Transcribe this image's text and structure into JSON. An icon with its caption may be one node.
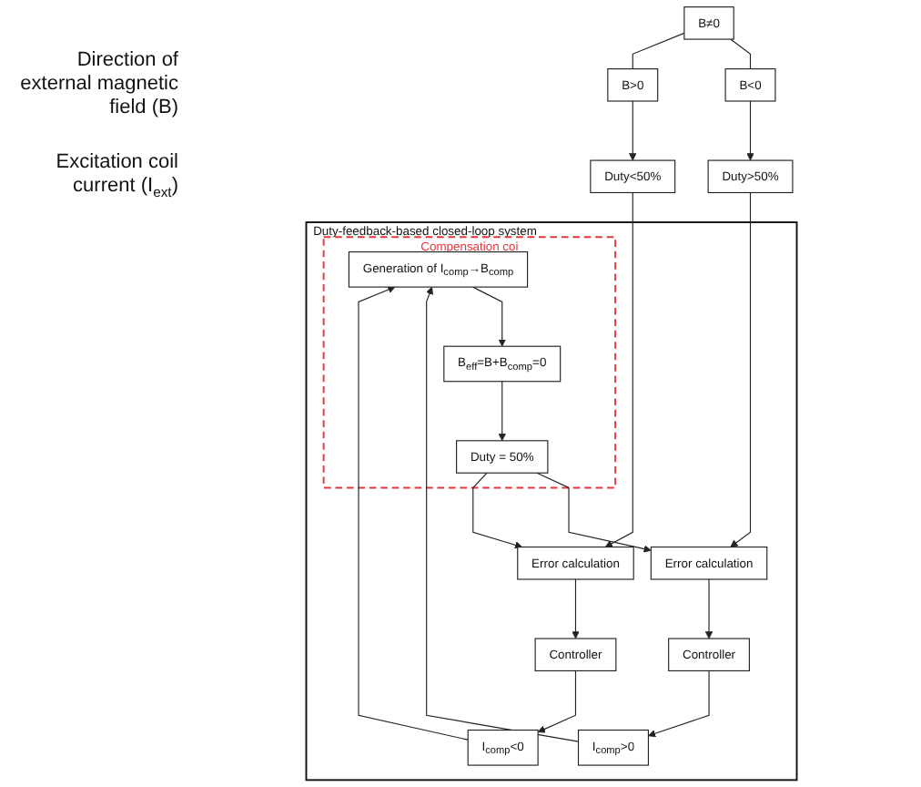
{
  "diagram": {
    "nodes": [
      {
        "text": [
          "B≠0"
        ]
      },
      {
        "text": [
          "B<0"
        ]
      },
      {
        "text": [
          "B>0"
        ]
      },
      {
        "text": [
          "Duty>50%"
        ]
      },
      {
        "text": [
          "Duty<50%"
        ]
      },
      {
        "text": [
          "Duty-feedback-based closed-loop system"
        ]
      },
      {
        "text": [
          "Controller"
        ],
        "in": 5
      },
      {
        "text": [
          "Error calculation"
        ],
        "in": 5
      },
      {
        "text": [
          "Error calculation"
        ],
        "in": 5
      },
      {
        "text": [
          "Controller"
        ],
        "in": 5
      },
      {
        "text": [
          "Compensation coi"
        ],
        "in": 5
      },
      {
        "text": [
          "Duty = 50%"
        ],
        "in": 10
      },
      {
        "text": [
          "B$_{eff}$=B+B$_{comp}$=0"
        ],
        "in": 10
      },
      {
        "text": [
          "I$_{comp}$>0"
        ],
        "in": 5
      },
      {
        "text": [
          "Generation of I$_{comp}$→B$_{comp}$"
        ],
        "in": 10
      },
      {
        "text": [
          "I$_{comp}$<0"
        ],
        "in": 5
      }
    ],
    "edges": [
      {
        "from": 0,
        "to": 1,
        "arrow": "none"
      },
      {
        "from": 0,
        "to": 2,
        "arrow": "none"
      },
      {
        "from": 1,
        "to": 3,
        "arrow": "to"
      },
      {
        "from": 2,
        "to": 4,
        "arrow": "to"
      },
      {
        "from": 3,
        "to": 7,
        "arrow": "to"
      },
      {
        "from": 4,
        "to": 8,
        "arrow": "to"
      },
      {
        "from": 7,
        "to": 6,
        "arrow": "to"
      },
      {
        "from": 8,
        "to": 9,
        "arrow": "to"
      },
      {
        "from": 6,
        "to": 13,
        "arrow": "to"
      },
      {
        "from": 9,
        "to": 15,
        "arrow": "to"
      },
      {
        "from": 13,
        "to": 14,
        "arrow": "to"
      },
      {
        "from": 15,
        "to": 14,
        "arrow": "to"
      },
      {
        "from": 14,
        "to": 12,
        "arrow": "to"
      },
      {
        "from": 12,
        "to": 11,
        "arrow": "to"
      },
      {
        "from": 11,
        "to": 7,
        "arrow": "to"
      },
      {
        "from": 11,
        "to": 8,
        "arrow": "to"
      }
    ],
    "labels": [
      "Direction of external magnetic field (B)",
      "Excitation coil current (I$_{ext}$)"
    ]
  }
}
